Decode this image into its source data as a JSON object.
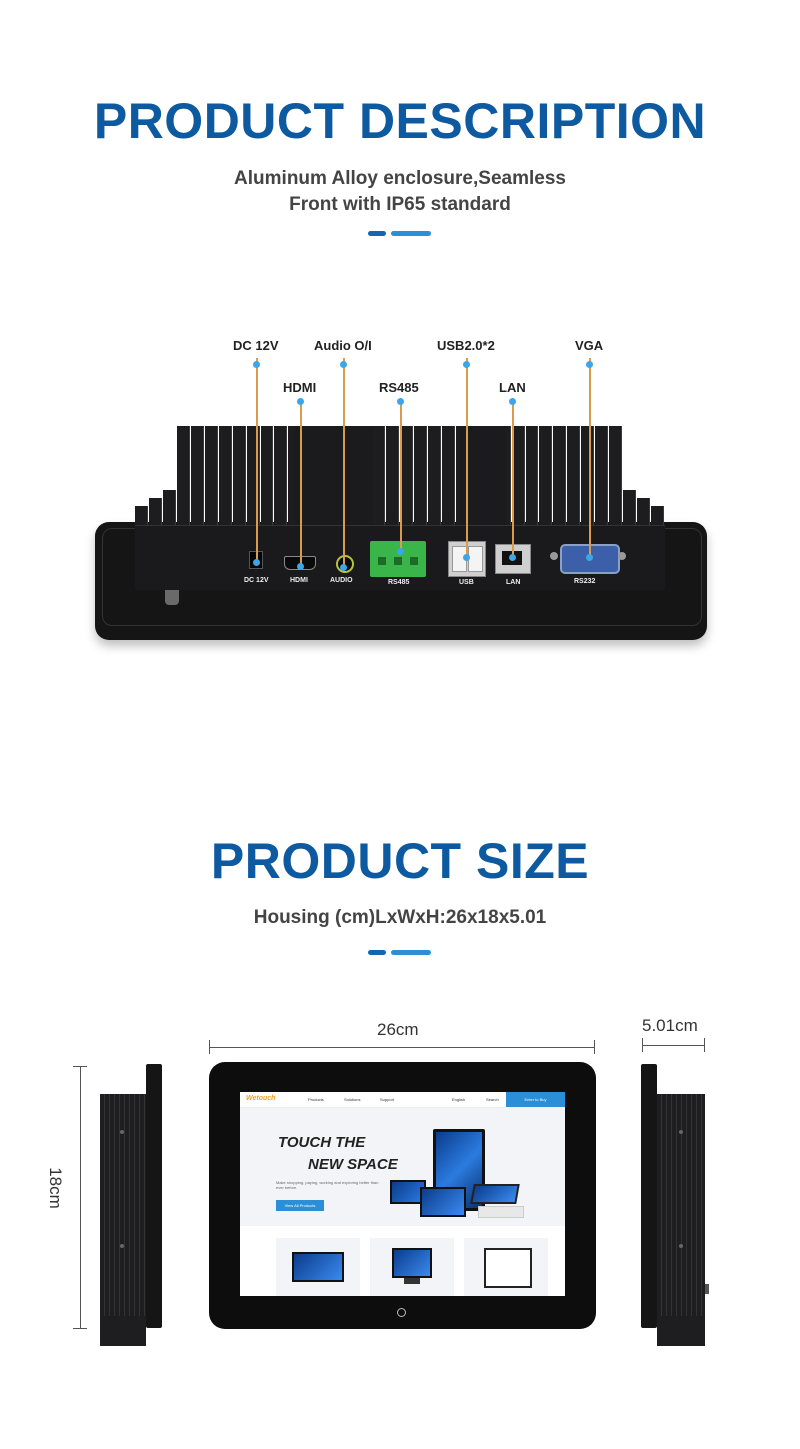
{
  "description_section": {
    "title": "PRODUCT DESCRIPTION",
    "subtitle_line1": "Aluminum Alloy enclosure,Seamless",
    "subtitle_line2": "Front with IP65 standard"
  },
  "callouts": {
    "dc12v": "DC 12V",
    "audio": "Audio O/I",
    "usb": "USB2.0*2",
    "vga": "VGA",
    "hdmi": "HDMI",
    "rs485": "RS485",
    "lan": "LAN"
  },
  "port_labels": {
    "dc12v": "DC 12V",
    "hdmi": "HDMI",
    "audio": "AUDIO",
    "rs485": "RS485",
    "usb": "USB",
    "lan": "LAN",
    "rs232": "RS232"
  },
  "size_section": {
    "title": "PRODUCT SIZE",
    "subtitle": "Housing (cm)LxWxH:26x18x5.01"
  },
  "dimensions": {
    "width": "26cm",
    "height": "18cm",
    "depth": "5.01cm"
  },
  "screen": {
    "logo": "Wetouch",
    "nav": [
      "Products",
      "Solutions",
      "Support"
    ],
    "lang": "English",
    "search": "Search",
    "cta": "Enter to Buy",
    "hero_line1": "TOUCH THE",
    "hero_line2": "NEW SPACE",
    "hero_text": "Make shopping, paying, working and exploring better than ever before.",
    "hero_button": "View All Products"
  },
  "colors": {
    "title_blue": "#0d5aa0",
    "accent_blue": "#2b8fd8",
    "leader_orange": "#d89c4c",
    "terminal_green": "#3ab54a"
  }
}
